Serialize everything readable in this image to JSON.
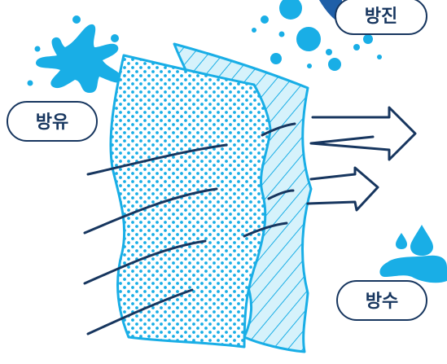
{
  "labels": {
    "dustproof": "방진",
    "oilproof": "방유",
    "waterproof": "방수"
  },
  "colors": {
    "navy": "#17365f",
    "cyan": "#19aee6",
    "light_cyan": "#d6f2fb",
    "white": "#ffffff"
  },
  "icons": [
    "oil-splash-icon",
    "dust-dots-icon",
    "water-drops-icon",
    "airflow-arrow-icon"
  ]
}
